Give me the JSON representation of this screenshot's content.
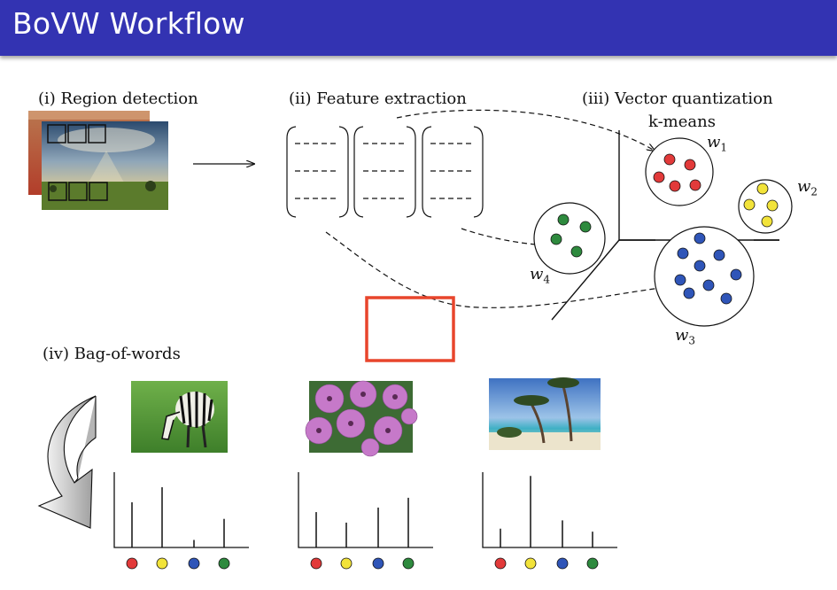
{
  "slide": {
    "title": "BoVW Workflow"
  },
  "steps": {
    "region_detection": "(i) Region detection",
    "feature_extraction": "(ii) Feature extraction",
    "vector_quantization": "(iii) Vector quantization",
    "kmeans_label": "k-means",
    "bag_of_words": "(iv) Bag-of-words"
  },
  "words": {
    "w1": "w",
    "w1_sub": "1",
    "w2": "w",
    "w2_sub": "2",
    "w3": "w",
    "w3_sub": "3",
    "w4": "w",
    "w4_sub": "4"
  },
  "colors": {
    "header": "#3333b2",
    "red": "#e23a3a",
    "yellow": "#f2e33a",
    "blue": "#2f55b8",
    "green": "#2e8a3e",
    "highlight_box": "#e8452c"
  },
  "histograms": [
    {
      "image": "zebra",
      "bars": [
        0.6,
        0.8,
        0.1,
        0.38
      ]
    },
    {
      "image": "pink-flowers",
      "bars": [
        0.47,
        0.33,
        0.53,
        0.66
      ]
    },
    {
      "image": "beach-trees",
      "bars": [
        0.25,
        0.95,
        0.36,
        0.21
      ]
    }
  ],
  "histogram_markers": [
    "red",
    "yellow",
    "blue",
    "green"
  ]
}
